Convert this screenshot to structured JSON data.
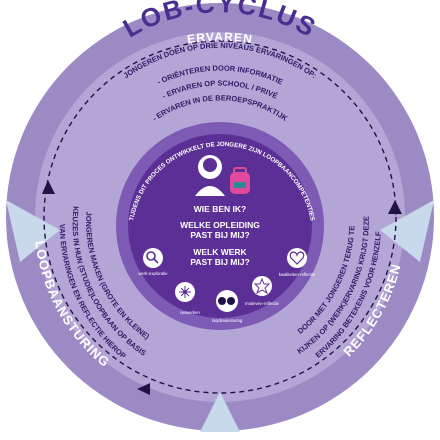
{
  "header": {
    "title": "LOB-CYCLUS"
  },
  "segments": {
    "ervaren": {
      "title": "ERVAREN",
      "lines": [
        "JONGEREN DOEN OP DRIE NIVEAUS ERVARINGEN OP:",
        "- ORIËNTEREN DOOR INFORMATIE",
        "- ERVAREN OP SCHOOL / PRIVÉ",
        "- ERVAREN IN DE BEROEPSPRAKTIJK"
      ]
    },
    "loopbaansturing": {
      "title": "LOOPBAANSTURING",
      "lines": [
        "JONGEREN MAKEN (GROTE EN KLEINE)",
        "KEUZES IN HUN (STUDIE)LOOPBAAN OP BASIS",
        "VAN ERVARINGEN EN REFLECTIE HIEROP"
      ]
    },
    "reflecteren": {
      "title": "REFLECTEREN",
      "lines": [
        "DOOR MET JONGEREN TERUG TE",
        "KIJKEN OP (WERK)ERVARING KRIJGT DEZE",
        "ERVARING BETEKENIS VOOR HENZELF"
      ]
    }
  },
  "center": {
    "ring_text": "TIJDENS DIT PROCES ONTWIKKELT DE JONGERE ZIJN LOOPBAANCOMPETENTIES",
    "questions": [
      "WIE BEN IK?",
      "WELKE OPLEIDING",
      "PAST BIJ MIJ?",
      "WELK WERK",
      "PAST BIJ MIJ?"
    ],
    "competencies": [
      {
        "label": "werk-exploratie",
        "icon": "magnifier-icon"
      },
      {
        "label": "netwerken",
        "icon": "network-icon"
      },
      {
        "label": "loopbaansturing",
        "icon": "steering-icon"
      },
      {
        "label": "motieven-reflectie",
        "icon": "star-icon"
      },
      {
        "label": "kwaliteiten-reflectie",
        "icon": "heart-icon"
      }
    ]
  },
  "colors": {
    "outer_ring": "#9b8ac4",
    "middle_disc": "#b3a6d6",
    "center_disc": "#6a3fa0",
    "title_text": "#4a2d91",
    "body_text": "#2e1a66",
    "accent": "#e04a9a",
    "divider": "#c8d9ec"
  }
}
